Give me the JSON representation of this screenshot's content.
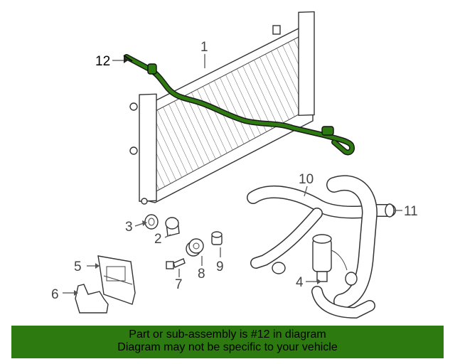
{
  "callouts": {
    "c1": "1",
    "c2": "2",
    "c3": "3",
    "c4": "4",
    "c5": "5",
    "c6": "6",
    "c7": "7",
    "c8": "8",
    "c9": "9",
    "c10": "10",
    "c11": "11",
    "c12": "12"
  },
  "highlight_color": "#2d7a10",
  "banner": {
    "line1": "Part or sub-assembly is #12 in diagram",
    "line2": "Diagram may not be specific to your vehicle"
  }
}
